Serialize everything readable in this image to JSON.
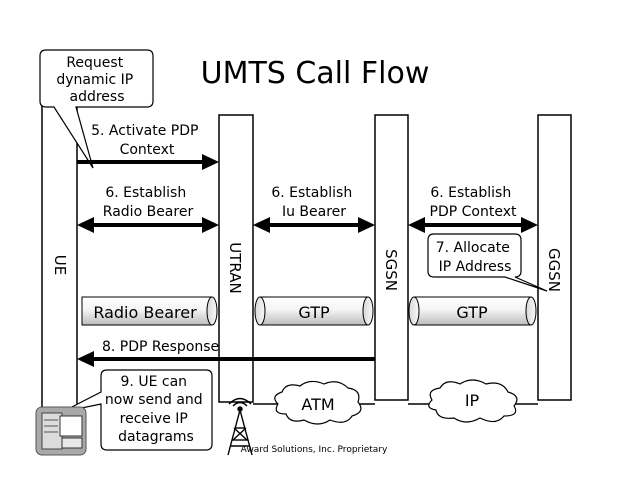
{
  "title": "UMTS Call Flow",
  "nodes": {
    "ue": "UE",
    "utran": "UTRAN",
    "sgsn": "SGSN",
    "ggsn": "GGSN"
  },
  "callouts": {
    "request": [
      "Request",
      "dynamic IP",
      "address"
    ],
    "allocate": [
      "7. Allocate",
      "IP Address"
    ],
    "ue_send": [
      "9. UE can",
      "now send and",
      "receive IP",
      "datagrams"
    ]
  },
  "messages": {
    "activate": [
      "5. Activate PDP",
      "Context"
    ],
    "radio": [
      "6. Establish",
      "Radio Bearer"
    ],
    "iu": [
      "6. Establish",
      "Iu Bearer"
    ],
    "pdp": [
      "6. Establish",
      "PDP Context"
    ],
    "response": "8. PDP Response"
  },
  "bearers": {
    "radio": "Radio Bearer",
    "gtp1": "GTP",
    "gtp2": "GTP"
  },
  "networks": {
    "atm": "ATM",
    "ip": "IP"
  },
  "footer": "Award Solutions, Inc. Proprietary"
}
